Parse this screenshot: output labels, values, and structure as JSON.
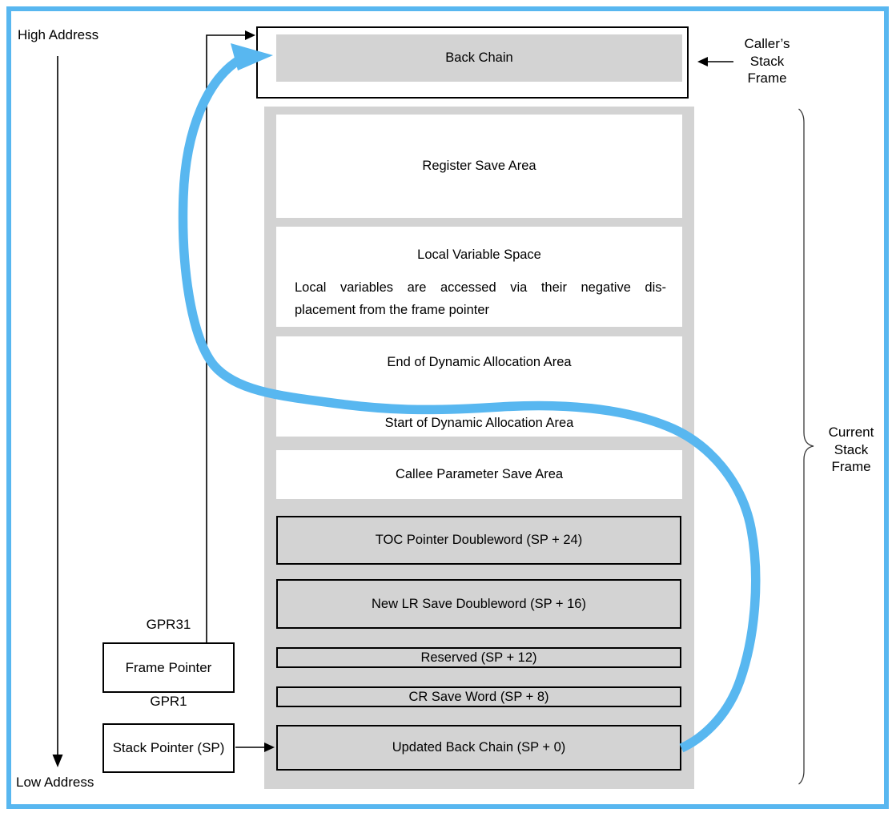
{
  "diagram": {
    "high_address": "High Address",
    "low_address": "Low Address",
    "caller_frame": {
      "back_chain": "Back Chain",
      "label_lines": [
        "Caller’s",
        "Stack",
        "Frame"
      ]
    },
    "current_frame": {
      "label_lines": [
        "Current",
        "Stack",
        "Frame"
      ],
      "register_save_area": "Register Save Area",
      "local_variable_space_title": "Local Variable Space",
      "local_variable_note_line1": "Local variables are accessed via their negative dis-",
      "local_variable_note_line2": "placement from the frame pointer",
      "dynamic_end": "End of Dynamic Allocation Area",
      "dynamic_start": "Start of Dynamic Allocation Area",
      "callee_parameter_save_area": "Callee Parameter Save Area",
      "slots": [
        "TOC Pointer Doubleword (SP + 24)",
        "New LR Save Doubleword (SP + 16)",
        "Reserved (SP + 12)",
        "CR Save Word (SP + 8)",
        "Updated Back Chain (SP + 0)"
      ]
    },
    "registers": {
      "gpr31": "GPR31",
      "frame_pointer": "Frame Pointer",
      "gpr1": "GPR1",
      "stack_pointer": "Stack Pointer (SP)"
    },
    "colors": {
      "accent_blue": "#58B7F0",
      "box_gray": "#D3D3D3"
    }
  }
}
